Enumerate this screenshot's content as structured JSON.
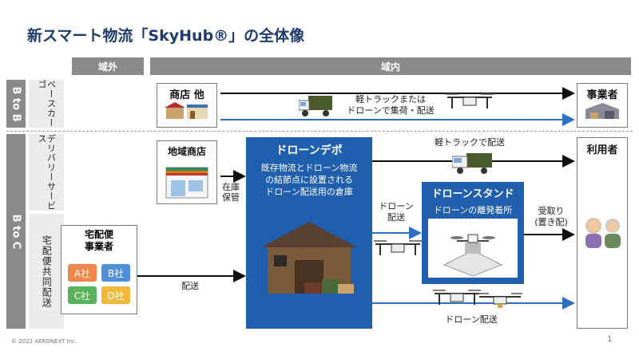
{
  "slide": {
    "title": "新スマート物流「SkyHub®」の全体像",
    "footer": "© 2022 AERONEXT Inc.",
    "page_number": "1"
  },
  "headers": {
    "outside": "域外",
    "inside": "域内"
  },
  "rows": {
    "btob": {
      "label": "B to B",
      "sub": "ベースカーゴ"
    },
    "btoc": {
      "label": "B to C",
      "sub_delivery": "デリバリーサービス",
      "sub_shared": "宅配便共同配送"
    }
  },
  "nodes": {
    "shop_etc": "商店 他",
    "business_dest": "事業者",
    "local_shop": "地域商店",
    "users": "利用者",
    "courier_title": "宅配便\n事業者",
    "courier_companies": [
      {
        "label": "A社",
        "color": "#f0864a"
      },
      {
        "label": "B社",
        "color": "#4f8fd6"
      },
      {
        "label": "C社",
        "color": "#58b25a"
      },
      {
        "label": "D社",
        "color": "#f2b83a"
      }
    ]
  },
  "depot": {
    "title": "ドローンデポ",
    "description": "既存物流とドローン物流\nの結節点に設置される\nドローン配送用の倉庫"
  },
  "stand": {
    "title": "ドローンスタンド",
    "subtitle": "ドローンの離発着所"
  },
  "labels": {
    "btob_transport": "軽トラックまたは\nドローンで集荷・配送",
    "light_truck_delivery": "軽トラックで配送",
    "storage": "在庫\n保管",
    "drone_delivery_1": "ドローン\n配送",
    "pickup": "受取り\n(置き配)",
    "delivery": "配送",
    "drone_delivery_2": "ドローン配送"
  },
  "colors": {
    "title": "#1f3b6e",
    "header_gray": "#8a8a8a",
    "depot_blue": "#1f5fae",
    "arrow_black": "#111111",
    "arrow_blue": "#2f6fc0",
    "truck_green": "#4a5a2a"
  }
}
